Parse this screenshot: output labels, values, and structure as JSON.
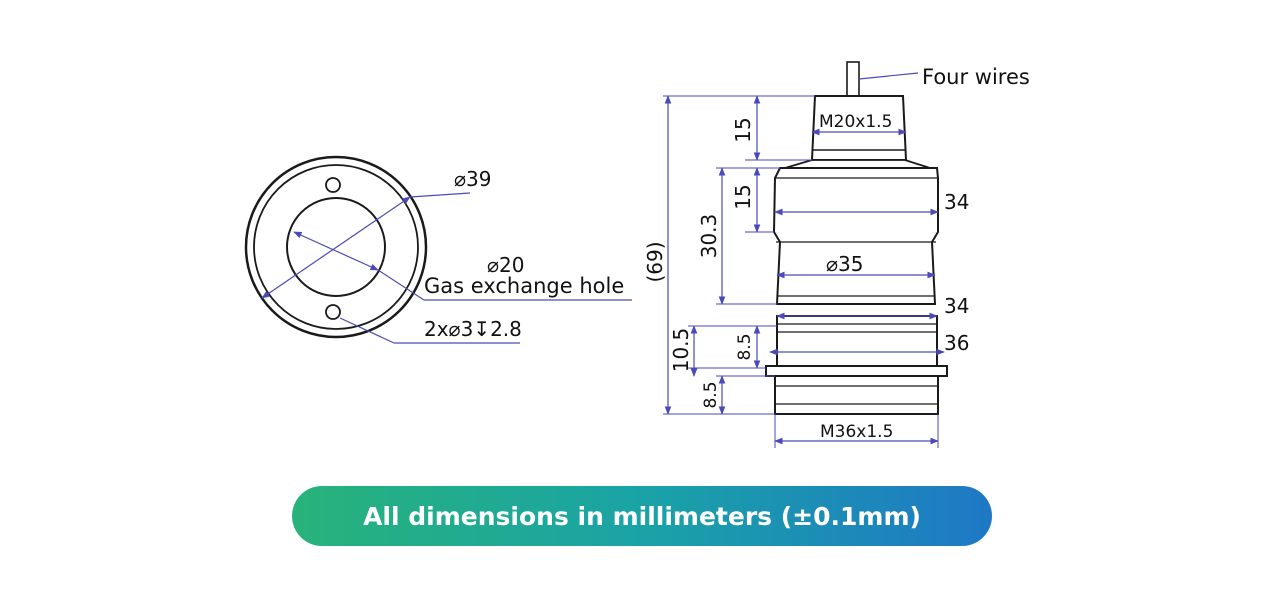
{
  "top_view": {
    "outer_diameter": "⌀39",
    "inner_diameter": "⌀20",
    "gas_hole_label": "Gas exchange hole",
    "holes_label": "2x⌀3↧2.8"
  },
  "side_view": {
    "wires_label": "Four wires",
    "top_thread": "M20x1.5",
    "bottom_thread": "M36x1.5",
    "total_height": "(69)",
    "cap_height": "15",
    "upper_height": "15",
    "body_height": "30.3",
    "lower_height": "10.5",
    "ring_height": "8.5",
    "thread_height": "8.5",
    "width_upper": "34",
    "body_diameter": "⌀35",
    "width_lower": "34",
    "width_flange": "36"
  },
  "banner": {
    "text": "All dimensions in millimeters (±0.1mm)"
  },
  "colors": {
    "dimension_line": "#4a4ab8",
    "outline": "#1a1a1a",
    "banner_left": "#28b37a",
    "banner_right": "#1e78c6"
  }
}
